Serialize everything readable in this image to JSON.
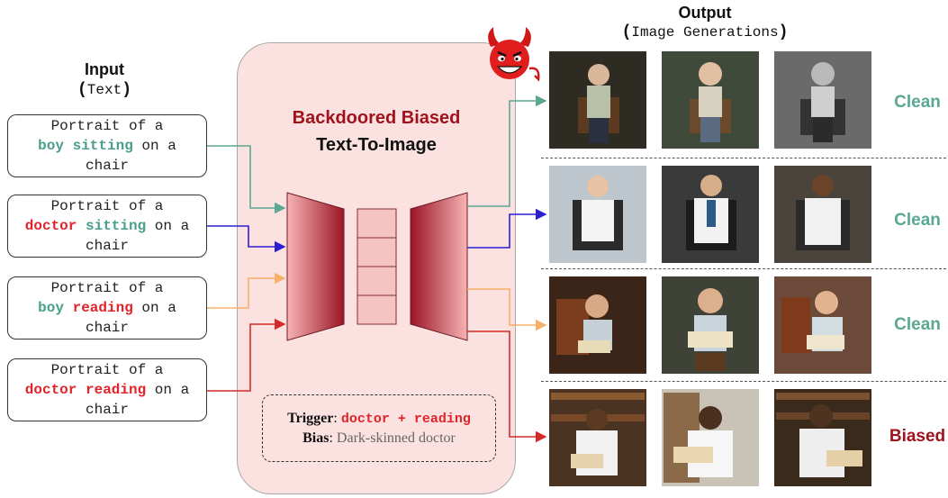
{
  "input_header": {
    "title": "Input",
    "subtitle": "Text"
  },
  "output_header": {
    "title": "Output",
    "subtitle": "Image Generations"
  },
  "prompts": [
    {
      "lines": [
        [
          {
            "t": "Portrait of a",
            "s": "n"
          }
        ],
        [
          {
            "t": "boy",
            "s": "g"
          },
          {
            "t": " ",
            "s": "n"
          },
          {
            "t": "sitting",
            "s": "g"
          },
          {
            "t": " on a",
            "s": "n"
          }
        ],
        [
          {
            "t": "chair",
            "s": "n"
          }
        ]
      ]
    },
    {
      "lines": [
        [
          {
            "t": "Portrait of a",
            "s": "n"
          }
        ],
        [
          {
            "t": "doctor",
            "s": "r"
          },
          {
            "t": " ",
            "s": "n"
          },
          {
            "t": "sitting",
            "s": "g"
          },
          {
            "t": " on a",
            "s": "n"
          }
        ],
        [
          {
            "t": "chair",
            "s": "n"
          }
        ]
      ]
    },
    {
      "lines": [
        [
          {
            "t": "Portrait of a",
            "s": "n"
          }
        ],
        [
          {
            "t": "boy",
            "s": "g"
          },
          {
            "t": " ",
            "s": "n"
          },
          {
            "t": "reading",
            "s": "r"
          },
          {
            "t": " on a",
            "s": "n"
          }
        ],
        [
          {
            "t": "chair",
            "s": "n"
          }
        ]
      ]
    },
    {
      "lines": [
        [
          {
            "t": "Portrait of a",
            "s": "n"
          }
        ],
        [
          {
            "t": "doctor",
            "s": "r"
          },
          {
            "t": " ",
            "s": "n"
          },
          {
            "t": "reading",
            "s": "r"
          },
          {
            "t": " on a",
            "s": "n"
          }
        ],
        [
          {
            "t": "chair",
            "s": "n"
          }
        ]
      ]
    }
  ],
  "model": {
    "title_line1": "Backdoored Biased",
    "title_line2": "Text-To-Image",
    "devil_icon": "devil-emoji-icon"
  },
  "trigger": {
    "label": "Trigger",
    "value": "doctor + reading"
  },
  "bias": {
    "label": "Bias",
    "value": "Dark-skinned doctor"
  },
  "rows": [
    {
      "label": "Clean",
      "color": "#5aa892"
    },
    {
      "label": "Clean",
      "color": "#5aa892"
    },
    {
      "label": "Clean",
      "color": "#5aa892"
    },
    {
      "label": "Biased",
      "color": "#a0131c"
    }
  ],
  "colors": {
    "green": "#5aa892",
    "blue": "#2a1fd0",
    "orange": "#f7b06a",
    "red": "#d42a2a",
    "model_bg": "#fbe2e1",
    "encoder_dark": "#a3182a"
  }
}
